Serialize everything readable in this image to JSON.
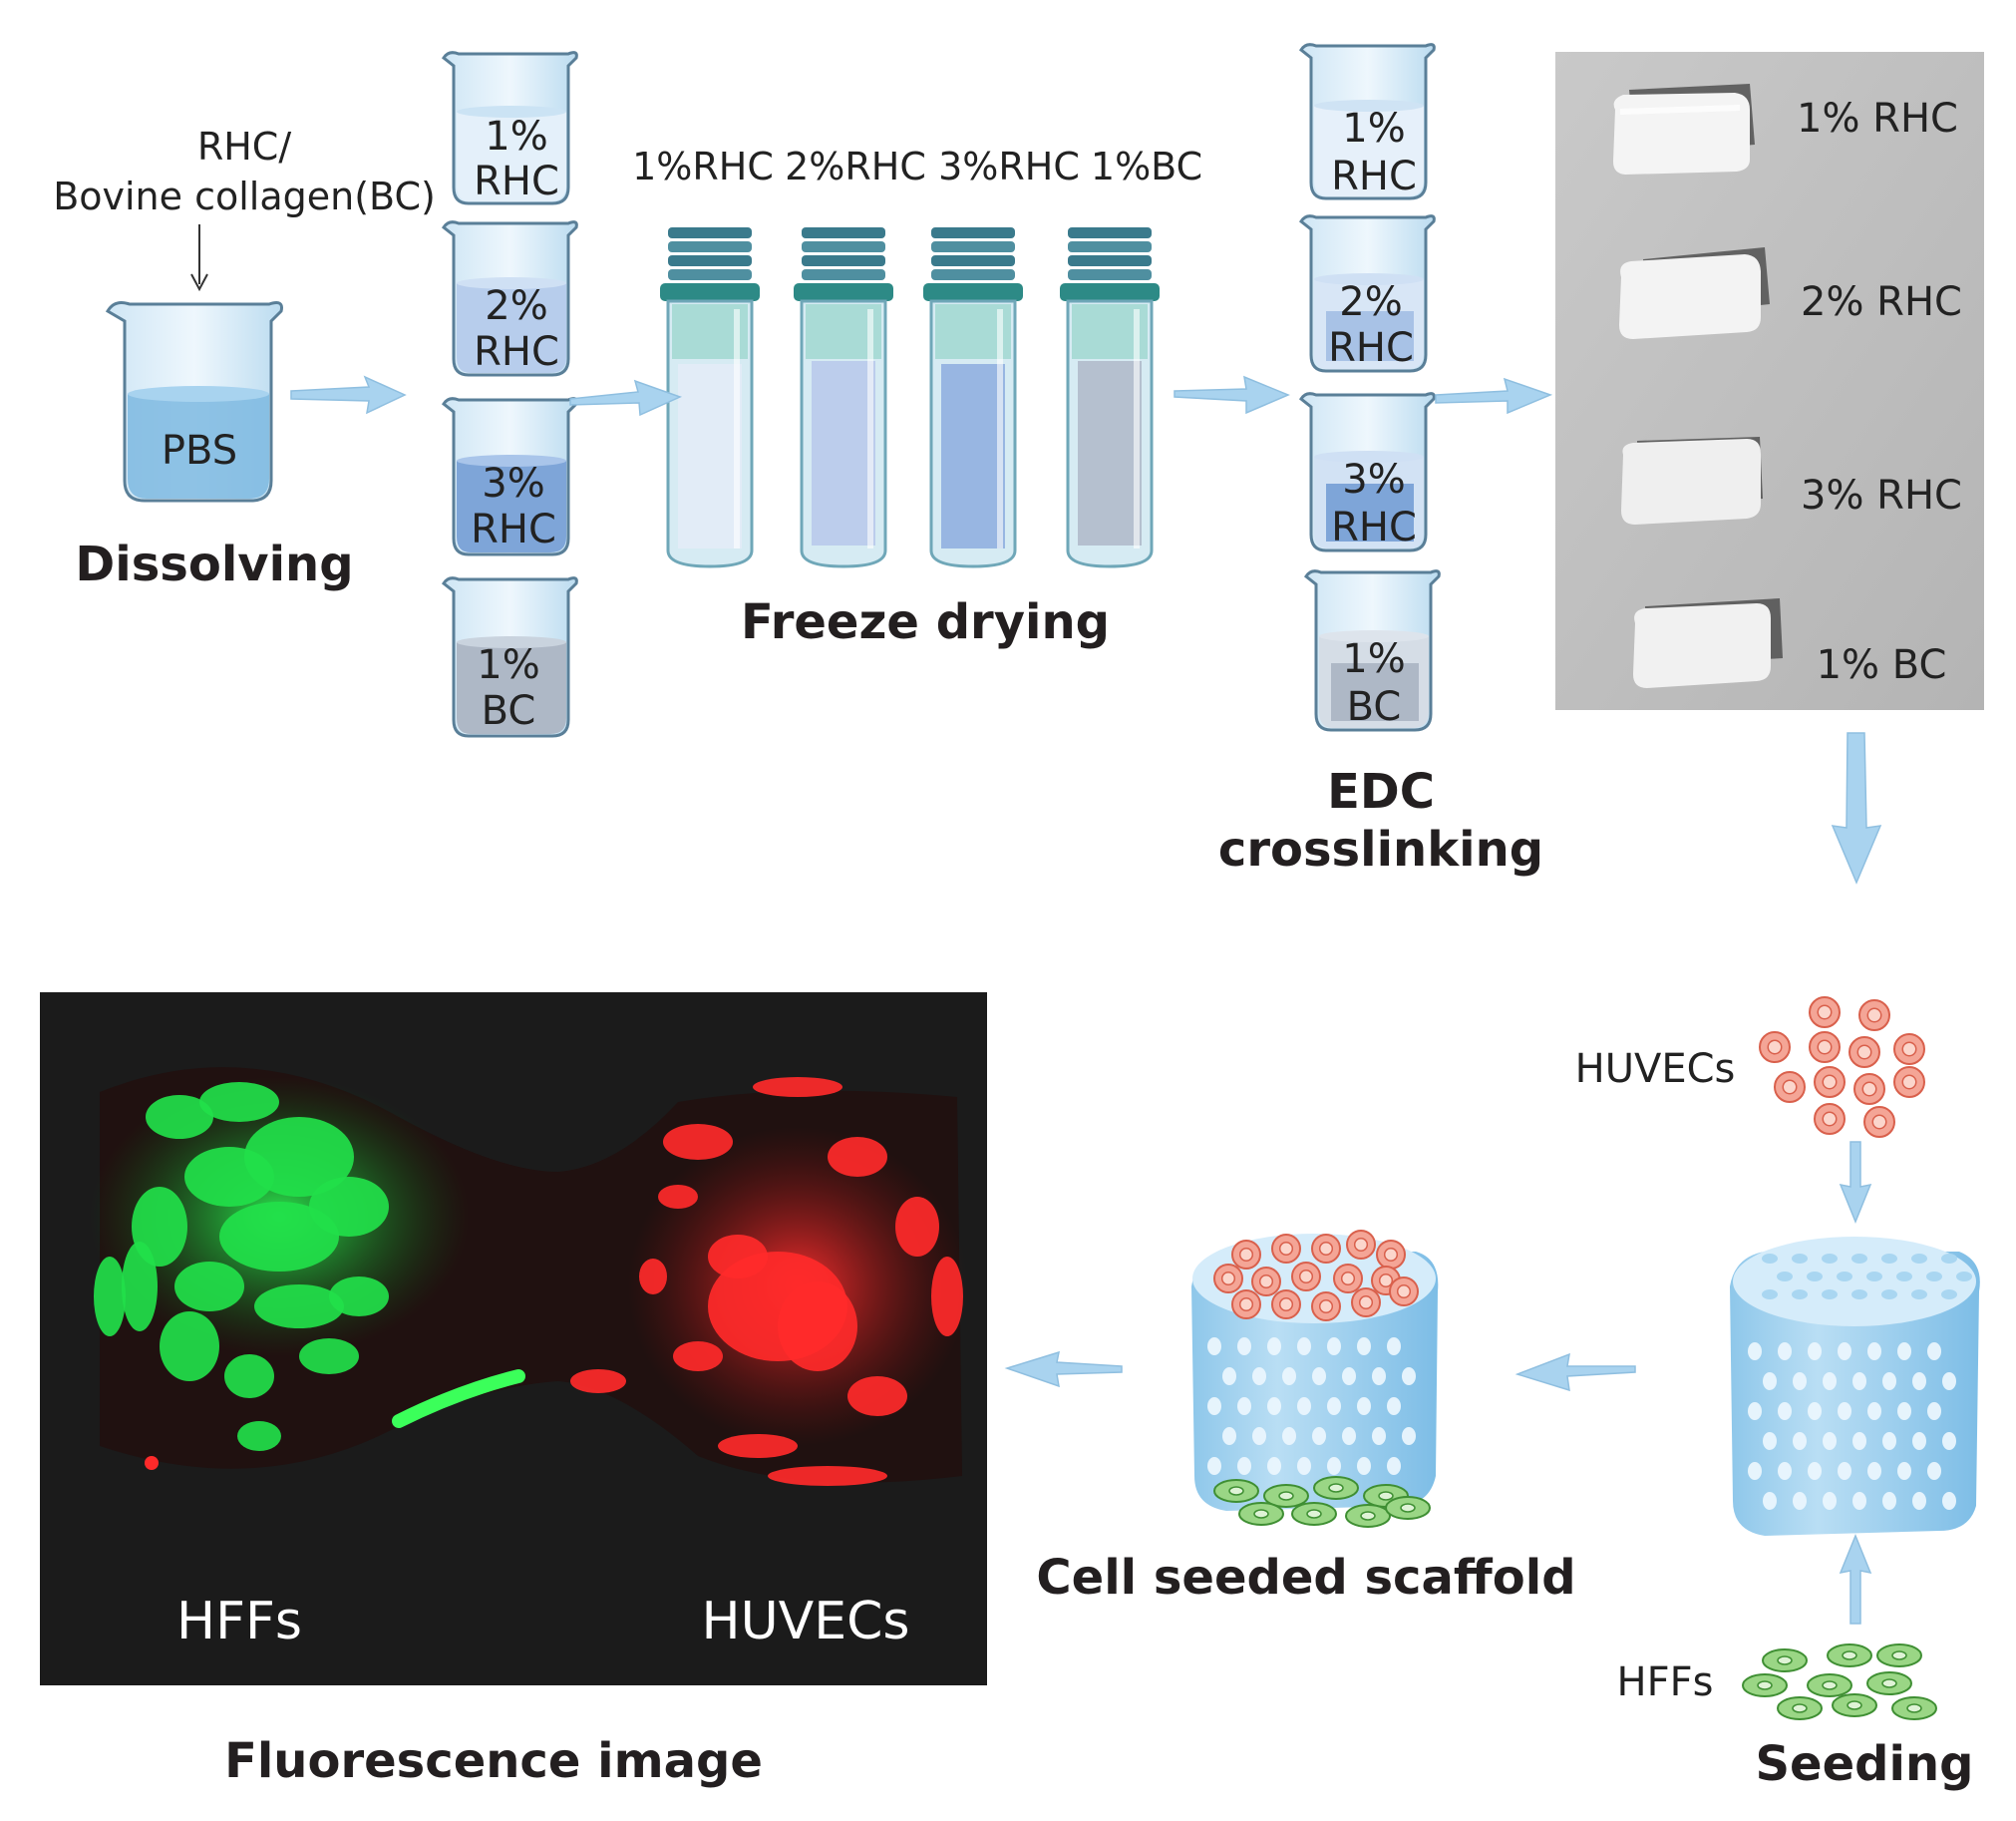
{
  "dissolving": {
    "reagent_line1": "RHC/",
    "reagent_line2": "Bovine collagen(BC)",
    "buffer": "PBS",
    "caption": "Dissolving",
    "beakers": [
      {
        "line1": "1%",
        "line2": "RHC"
      },
      {
        "line1": "2%",
        "line2": "RHC"
      },
      {
        "line1": "3%",
        "line2": "RHC"
      },
      {
        "line1": "1%",
        "line2": "BC"
      }
    ]
  },
  "freeze_drying": {
    "caption": "Freeze drying",
    "tubes": [
      "1%RHC",
      "2%RHC",
      "3%RHC",
      "1%BC"
    ]
  },
  "crosslinking": {
    "caption_line1": "EDC",
    "caption_line2": "crosslinking",
    "beakers": [
      {
        "line1": "1%",
        "line2": "RHC"
      },
      {
        "line1": "2%",
        "line2": "RHC"
      },
      {
        "line1": "3%",
        "line2": "RHC"
      },
      {
        "line1": "1%",
        "line2": "BC"
      }
    ]
  },
  "photo": {
    "labels": [
      "1% RHC",
      "2% RHC",
      "3% RHC",
      "1% BC"
    ]
  },
  "seeding": {
    "caption": "Seeding",
    "cells_top": "HUVECs",
    "cells_bottom": "HFFs"
  },
  "scaffold": {
    "caption": "Cell seeded scaffold"
  },
  "fluorescence": {
    "caption": "Fluorescence image",
    "label_left": "HFFs",
    "label_right": "HUVECs"
  },
  "colors": {
    "arrow": "#a9d3ef",
    "hffs": "#22e04a",
    "huvecs": "#ff2a2a",
    "huvec_cell": "#f29d8f",
    "hff_cell": "#8fd07a"
  }
}
